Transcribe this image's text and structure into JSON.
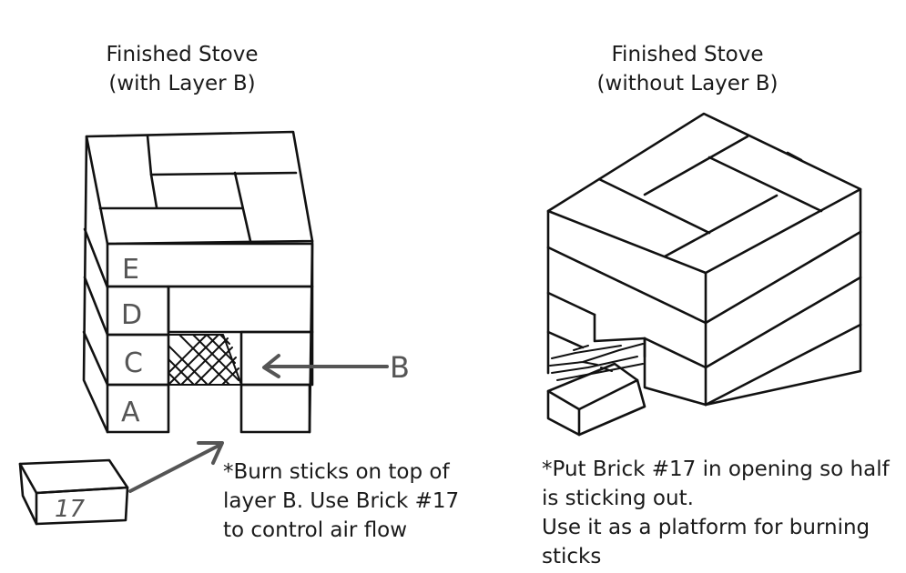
{
  "left": {
    "title_line1": "Finished Stove",
    "title_line2": "(with Layer B)",
    "layers": [
      "E",
      "D",
      "C",
      "A"
    ],
    "arrow_label": "B",
    "brick_label": "17",
    "note_lines": [
      "*Burn sticks on top of",
      "layer B. Use Brick #17",
      "to control air flow"
    ]
  },
  "right": {
    "title_line1": "Finished Stove",
    "title_line2": "(without Layer B)",
    "note_lines": [
      "*Put Brick #17 in opening so half",
      "is sticking out.",
      "Use it as a platform for burning",
      "sticks"
    ]
  }
}
